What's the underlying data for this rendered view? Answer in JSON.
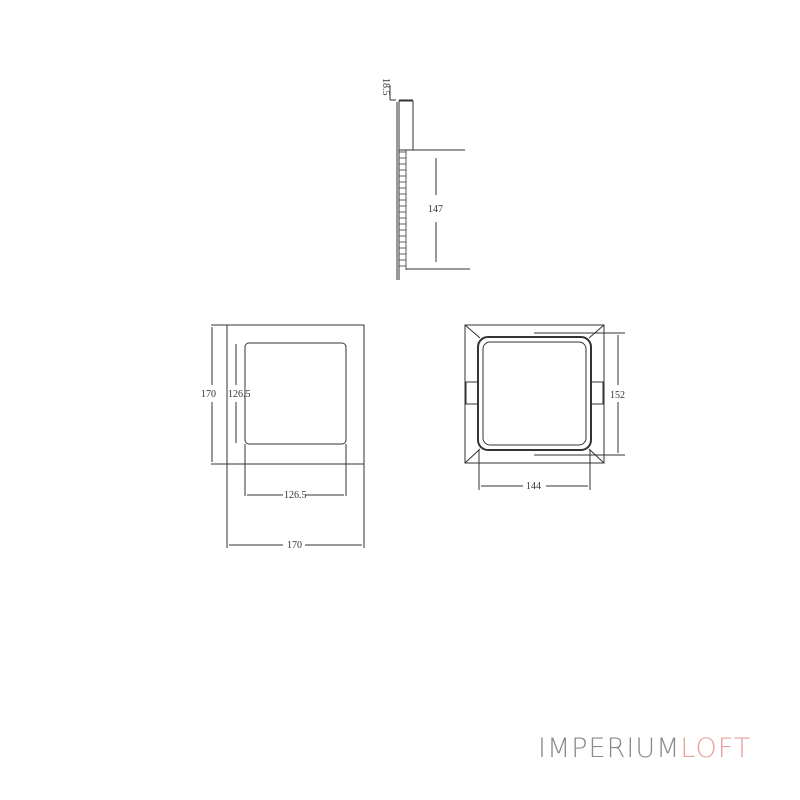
{
  "side_view": {
    "depth_label": "18.5",
    "height_label": "147"
  },
  "front_view": {
    "outer_height": "170",
    "inner_height": "126.5",
    "inner_width": "126.5",
    "outer_width": "170"
  },
  "back_view": {
    "height_label": "152",
    "width_label": "144"
  },
  "brand": {
    "part1": "IMPERIUM",
    "part2": "LOFT",
    "color1": "#8a8a8a",
    "color2": "#e8a09a"
  }
}
